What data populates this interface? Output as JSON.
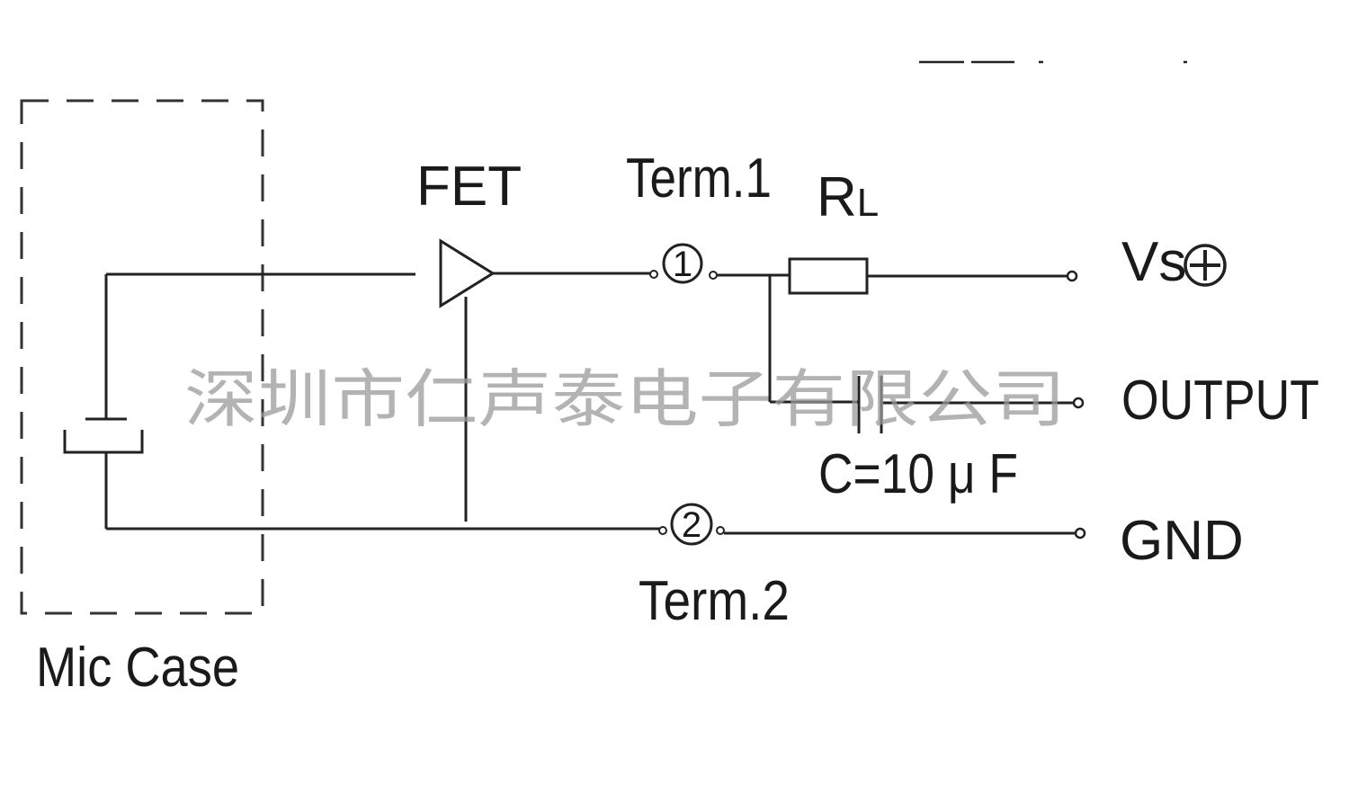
{
  "labels": {
    "fet": "FET",
    "term1": "Term.1",
    "term1_num": "1",
    "rl_main": "R",
    "rl_sub": "L",
    "vs": "Vs",
    "output": "OUTPUT",
    "capacitor": "C=10 μ F",
    "gnd": "GND",
    "term2": "Term.2",
    "term2_num": "2",
    "mic_case": "Mic Case"
  },
  "watermark": "深圳市仁声泰电子有限公司",
  "icons": {
    "vs_polarity": "plus-circle-icon"
  },
  "colors": {
    "line": "#222222",
    "watermark": "#9a9a9a",
    "background": "#ffffff"
  }
}
